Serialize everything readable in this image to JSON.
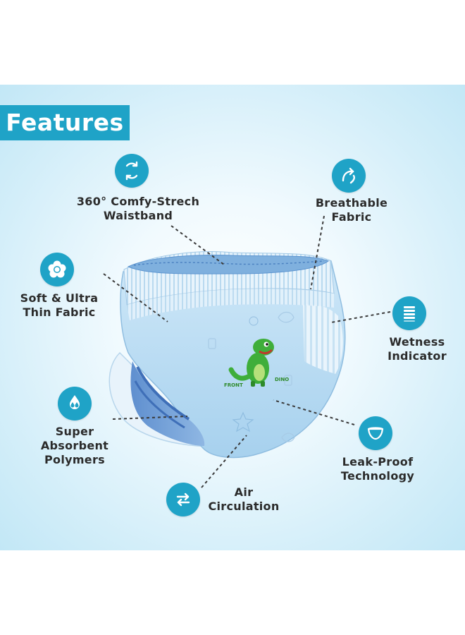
{
  "title": "Features",
  "features": [
    {
      "name": "waistband",
      "line1": "360° Comfy-Strech",
      "line2": "Waistband",
      "icon": "circular-arrows-icon"
    },
    {
      "name": "breathable",
      "line1": "Breathable",
      "line2": "Fabric",
      "icon": "breeze-icon"
    },
    {
      "name": "soft-thin",
      "line1": "Soft & Ultra",
      "line2": "Thin Fabric",
      "icon": "cotton-flower-icon"
    },
    {
      "name": "wetness",
      "line1": "Wetness",
      "line2": "Indicator",
      "icon": "indicator-bars-icon"
    },
    {
      "name": "absorbent",
      "line1": "Super",
      "line2": "Absorbent",
      "line3": "Polymers",
      "icon": "water-drops-icon"
    },
    {
      "name": "leak-proof",
      "line1": "Leak-Proof",
      "line2": "Technology",
      "icon": "diaper-icon"
    },
    {
      "name": "air",
      "line1": "Air",
      "line2": "Circulation",
      "icon": "swap-arrows-icon"
    }
  ],
  "product": {
    "front_text": "FRONT",
    "dino_text": "DINO"
  },
  "colors": {
    "accent": "#1fa3c7",
    "text": "#2b2b2b",
    "background": "#d3eef9",
    "diaper": "#a9d3f0",
    "dino": "#3fae3a"
  }
}
